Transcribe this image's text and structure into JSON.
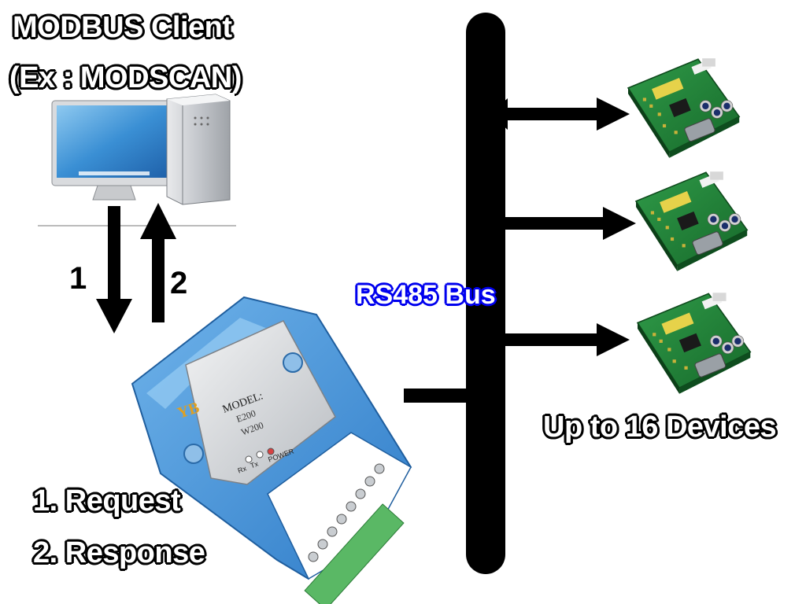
{
  "client": {
    "line1": "MODBUS Client",
    "line2": "(Ex : MODSCAN)"
  },
  "arrows": {
    "request_num": "1",
    "response_num": "2"
  },
  "bus": {
    "label": "RS485 Bus"
  },
  "devices": {
    "caption": "Up to 16 Devices"
  },
  "legend": {
    "item1": "1. Request",
    "item2": "2. Response"
  },
  "converter": {
    "model_label": "MODEL:",
    "option1": "E200",
    "option2": "W200",
    "indicator_rx": "Rx",
    "indicator_tx": "Tx",
    "indicator_power": "POWER"
  },
  "colors": {
    "bus": "#000000",
    "bus_label": "#0000ee",
    "converter": "#3d8fd8",
    "board": "#1f7a33"
  },
  "icons": {
    "computer": "computer-icon",
    "converter": "converter-device-icon",
    "board": "circuit-board-icon"
  }
}
